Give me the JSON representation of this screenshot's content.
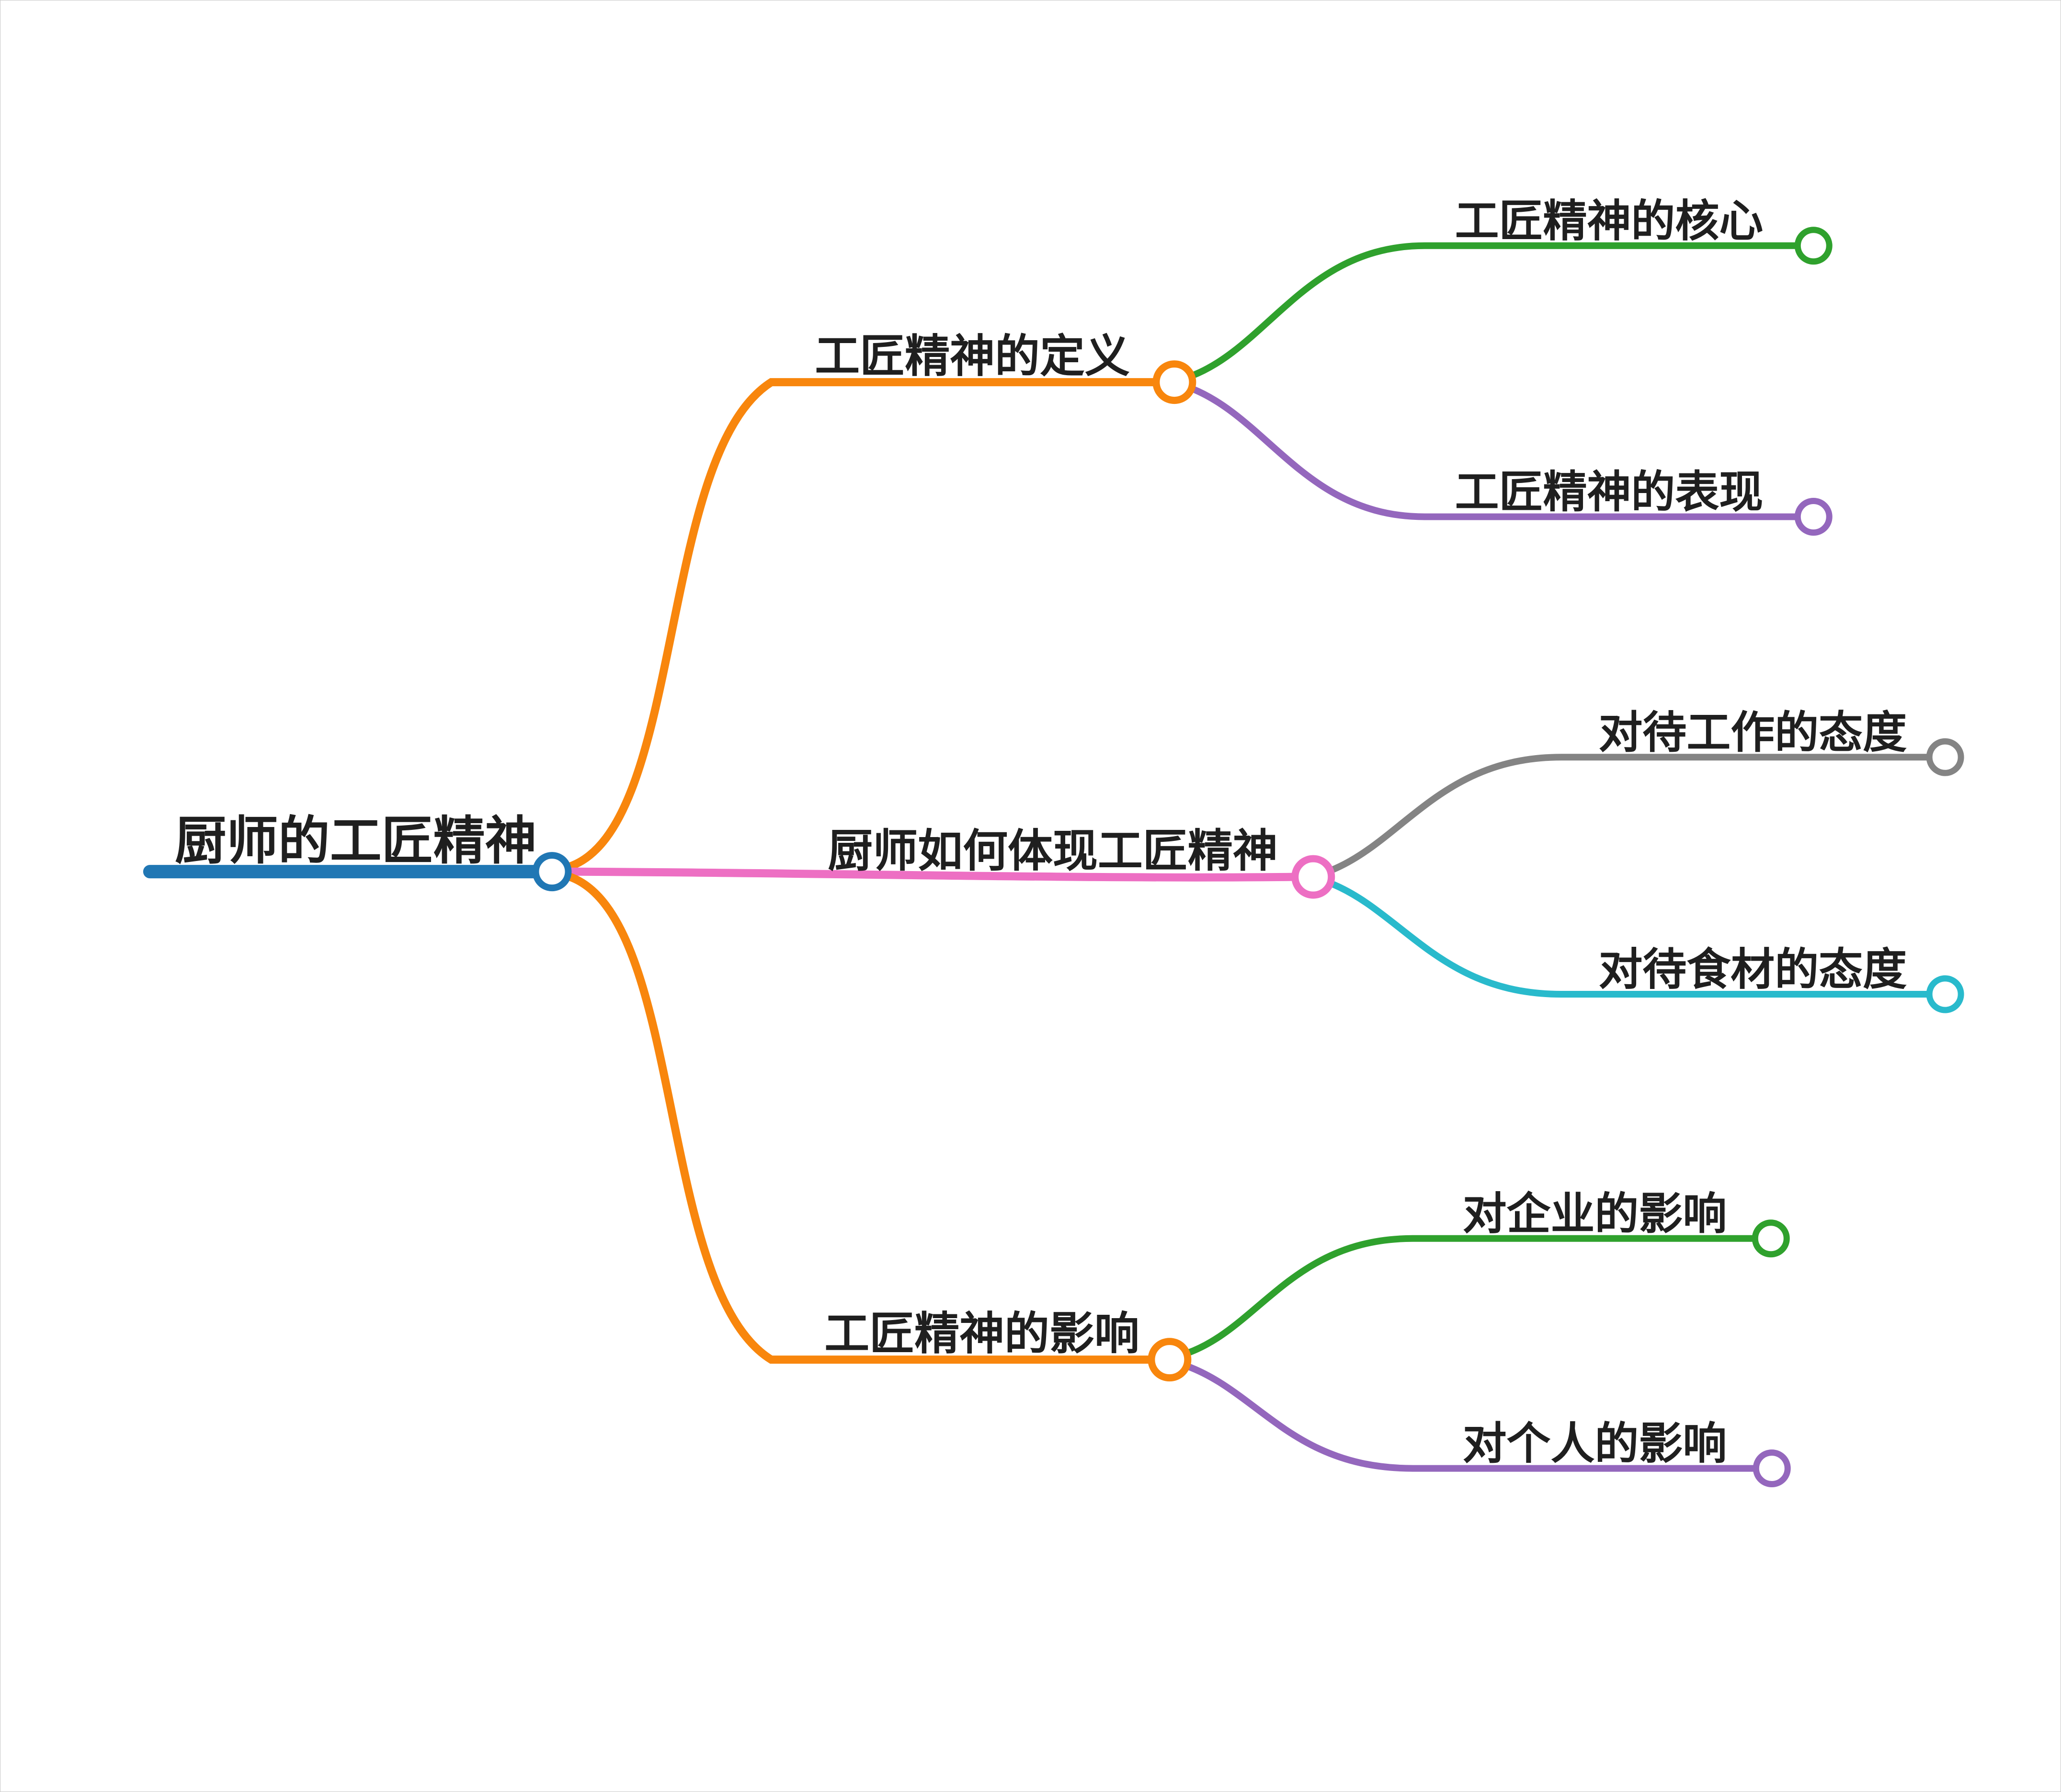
{
  "mindmap": {
    "root": {
      "label": "厨师的工匠精神",
      "color": "#2077B4"
    },
    "branches": [
      {
        "label": "工匠精神的定义",
        "color": "#F8860D",
        "children": [
          {
            "label": "工匠精神的核心",
            "color": "#2FA12D"
          },
          {
            "label": "工匠精神的表现",
            "color": "#9467BD"
          }
        ]
      },
      {
        "label": "厨师如何体现工匠精神",
        "color": "#ED6FC3",
        "children": [
          {
            "label": "对待工作的态度",
            "color": "#848484"
          },
          {
            "label": "对待食材的态度",
            "color": "#29BACC"
          }
        ]
      },
      {
        "label": "工匠精神的影响",
        "color": "#F8860D",
        "children": [
          {
            "label": "对企业的影响",
            "color": "#2FA12D"
          },
          {
            "label": "对个人的影响",
            "color": "#9467BD"
          }
        ]
      }
    ]
  }
}
